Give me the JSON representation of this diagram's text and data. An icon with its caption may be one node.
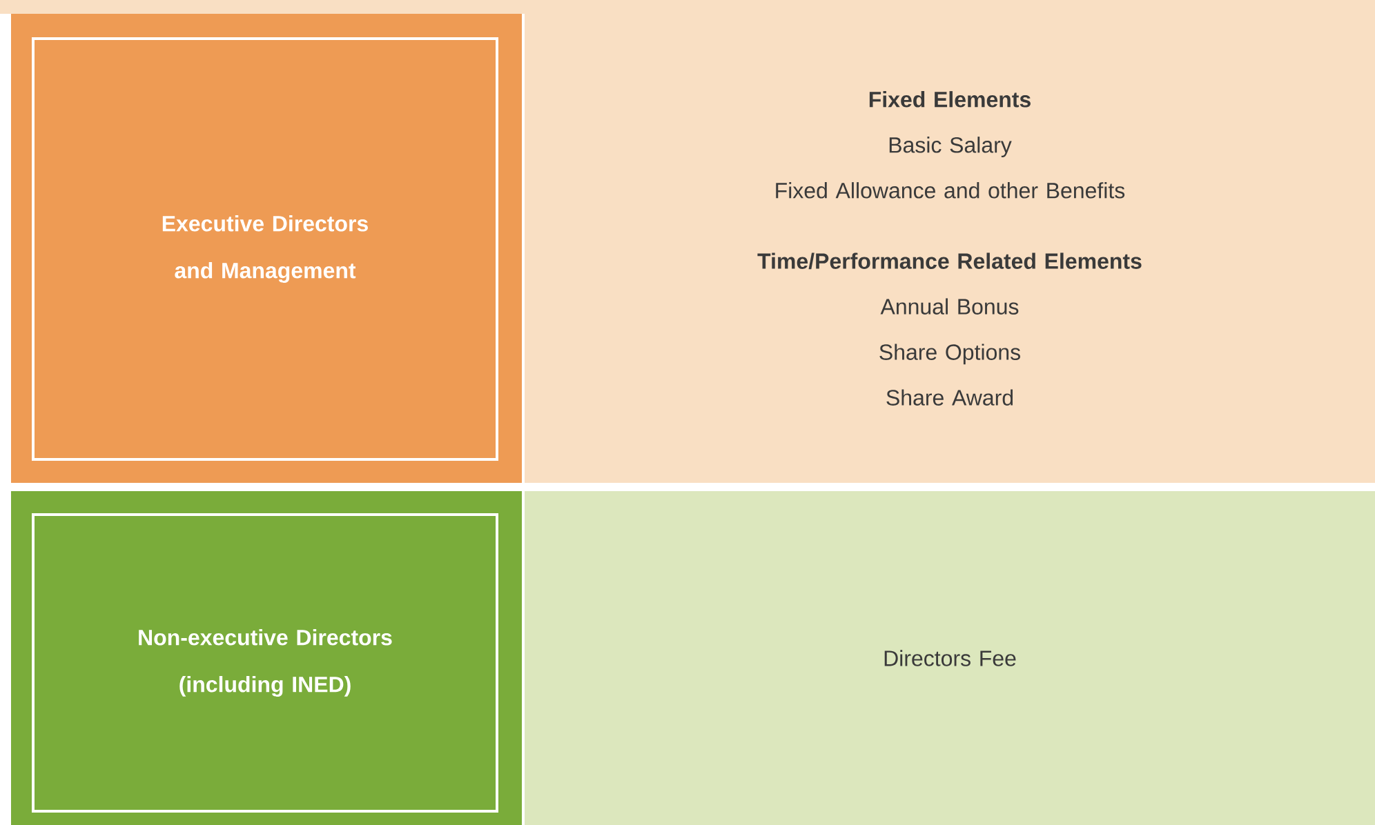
{
  "diagram": {
    "nodes": [
      {
        "text": [
          "Executive Directors and Management"
        ]
      },
      {
        "text": [
          "Fixed Elements",
          "Basic Salary",
          "Fixed Allowance and other Benefits",
          "Time/Performance Related Elements",
          "Annual Bonus",
          "Share Options",
          "Share Award"
        ]
      },
      {
        "text": [
          "Non-executive Directors (including INED)"
        ]
      },
      {
        "text": [
          "Directors Fee"
        ]
      }
    ]
  }
}
